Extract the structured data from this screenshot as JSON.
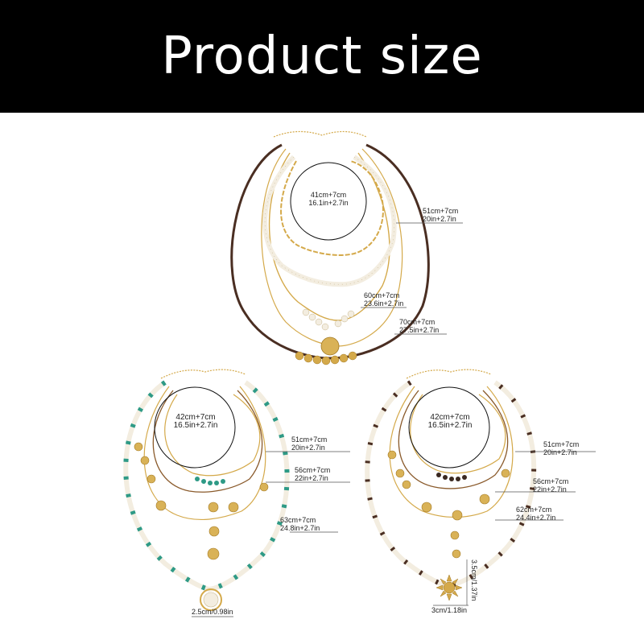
{
  "header": {
    "title": "Product size"
  },
  "products": [
    {
      "circle": {
        "line1": "41cm+7cm",
        "line2": "16.1in+2.7in"
      },
      "sizes": [
        {
          "line1": "51cm+7cm",
          "line2": "20in+2.7in"
        },
        {
          "line1": "60cm+7cm",
          "line2": "23.6in+2.7in"
        },
        {
          "line1": "70cm+7cm",
          "line2": "27.5in+2.7in"
        }
      ]
    },
    {
      "circle": {
        "line1": "42cm+7cm",
        "line2": "16.5in+2.7in"
      },
      "sizes": [
        {
          "line1": "51cm+7cm",
          "line2": "20in+2.7in"
        },
        {
          "line1": "56cm+7cm",
          "line2": "22in+2.7in"
        },
        {
          "line1": "63cm+7cm",
          "line2": "24.8in+2.7in"
        }
      ],
      "pendant": "2.5cm/0.98in"
    },
    {
      "circle": {
        "line1": "42cm+7cm",
        "line2": "16.5in+2.7in"
      },
      "sizes": [
        {
          "line1": "51cm+7cm",
          "line2": "20in+2.7in"
        },
        {
          "line1": "56cm+7cm",
          "line2": "22in+2.7in"
        },
        {
          "line1": "62cm+7cm",
          "line2": "24.4in+2.7in"
        }
      ],
      "pendant_width": "3cm/1.18in",
      "pendant_height": "3.5cm/1.37in"
    }
  ],
  "colors": {
    "header_bg": "#000000",
    "gold": "#d4a94a",
    "brown_cord": "#4a2e22",
    "pearl": "#f3ede0",
    "turquoise": "#2e9a86"
  }
}
